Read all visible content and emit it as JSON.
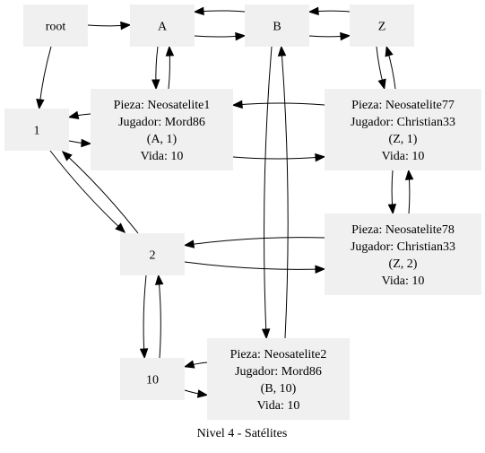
{
  "caption": "Nivel 4 - Satélites",
  "nodes": {
    "root": {
      "lines": [
        "root"
      ]
    },
    "A": {
      "lines": [
        "A"
      ]
    },
    "B": {
      "lines": [
        "B"
      ]
    },
    "Z": {
      "lines": [
        "Z"
      ]
    },
    "n1": {
      "lines": [
        "1"
      ]
    },
    "n2": {
      "lines": [
        "2"
      ]
    },
    "n10": {
      "lines": [
        "10"
      ]
    },
    "sat1": {
      "lines": [
        "Pieza: Neosatelite1",
        "Jugador: Mord86",
        "(A, 1)",
        "Vida: 10"
      ]
    },
    "sat77": {
      "lines": [
        "Pieza: Neosatelite77",
        "Jugador: Christian33",
        "(Z, 1)",
        "Vida: 10"
      ]
    },
    "sat78": {
      "lines": [
        "Pieza: Neosatelite78",
        "Jugador: Christian33",
        "(Z, 2)",
        "Vida: 10"
      ]
    },
    "sat2": {
      "lines": [
        "Pieza: Neosatelite2",
        "Jugador: Mord86",
        "(B, 10)",
        "Vida: 10"
      ]
    }
  },
  "edges": [
    {
      "from": "root",
      "to": "A"
    },
    {
      "from": "root",
      "to": "n1"
    },
    {
      "from": "A",
      "to": "B"
    },
    {
      "from": "B",
      "to": "A"
    },
    {
      "from": "B",
      "to": "Z"
    },
    {
      "from": "Z",
      "to": "B"
    },
    {
      "from": "A",
      "to": "sat1"
    },
    {
      "from": "sat1",
      "to": "A"
    },
    {
      "from": "B",
      "to": "sat2"
    },
    {
      "from": "sat2",
      "to": "B"
    },
    {
      "from": "Z",
      "to": "sat77"
    },
    {
      "from": "sat77",
      "to": "Z"
    },
    {
      "from": "n1",
      "to": "n2"
    },
    {
      "from": "n2",
      "to": "n1"
    },
    {
      "from": "n1",
      "to": "sat1"
    },
    {
      "from": "sat1",
      "to": "n1"
    },
    {
      "from": "sat1",
      "to": "sat77"
    },
    {
      "from": "sat77",
      "to": "sat1"
    },
    {
      "from": "sat77",
      "to": "sat78"
    },
    {
      "from": "sat78",
      "to": "sat77"
    },
    {
      "from": "n2",
      "to": "sat78"
    },
    {
      "from": "sat78",
      "to": "n2"
    },
    {
      "from": "n2",
      "to": "n10"
    },
    {
      "from": "n10",
      "to": "n2"
    },
    {
      "from": "n10",
      "to": "sat2"
    },
    {
      "from": "sat2",
      "to": "n10"
    }
  ]
}
